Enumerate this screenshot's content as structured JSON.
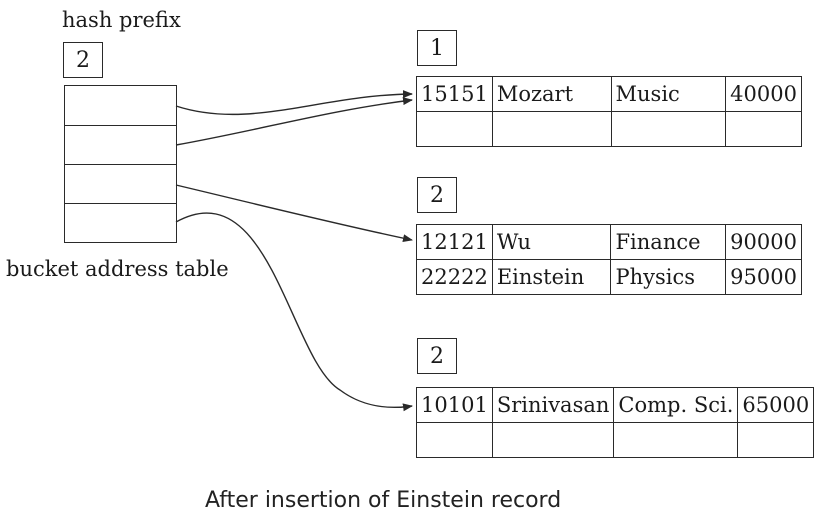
{
  "hash_prefix_label": "hash prefix",
  "global_depth": "2",
  "directory_label": "bucket address table",
  "buckets": [
    {
      "local_depth": "1",
      "records": [
        [
          "15151",
          "Mozart",
          "Music",
          "40000"
        ],
        [
          "",
          "",
          "",
          ""
        ]
      ]
    },
    {
      "local_depth": "2",
      "records": [
        [
          "12121",
          "Wu",
          "Finance",
          "90000"
        ],
        [
          "22222",
          "Einstein",
          "Physics",
          "95000"
        ]
      ]
    },
    {
      "local_depth": "2",
      "records": [
        [
          "10101",
          "Srinivasan",
          "Comp. Sci.",
          "65000"
        ],
        [
          "",
          "",
          "",
          ""
        ]
      ]
    }
  ],
  "caption": "After insertion of Einstein record",
  "colors": {
    "line": "#2a2a2a",
    "background": "#ffffff"
  }
}
